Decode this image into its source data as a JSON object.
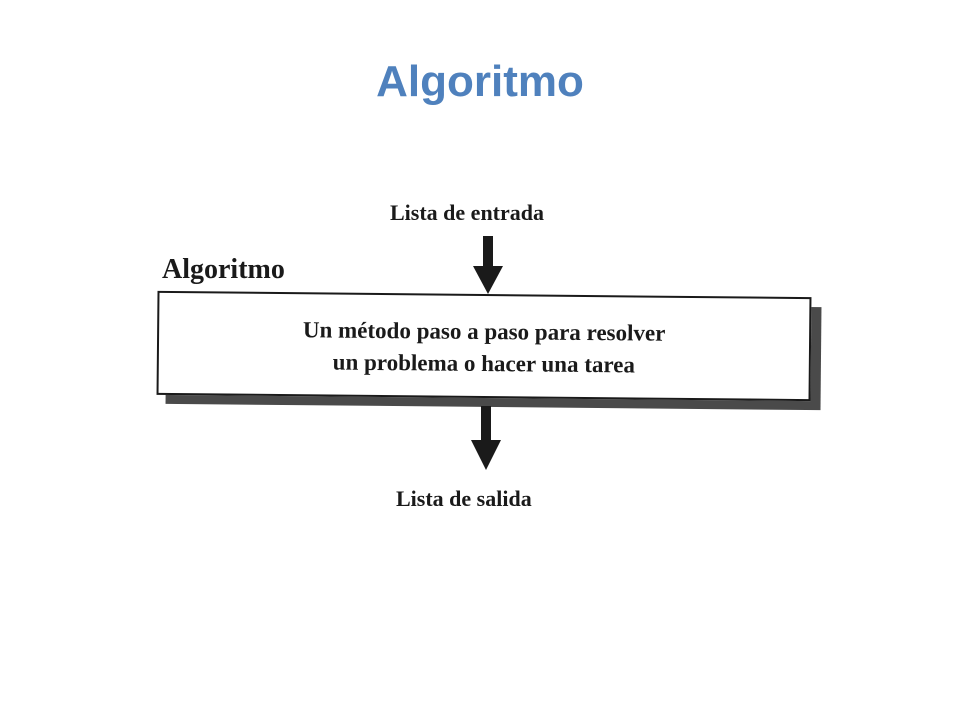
{
  "slide": {
    "title": "Algoritmo"
  },
  "diagram": {
    "input_label": "Lista de entrada",
    "box_label": "Algoritmo",
    "box_description_line1": "Un método paso a paso para resolver",
    "box_description_line2": "un problema o hacer una tarea",
    "output_label": "Lista de salida"
  },
  "colors": {
    "title": "#4f81bd",
    "diagram_ink": "#1a1a1a"
  },
  "icons": {
    "input_arrow": "arrow-down-icon",
    "output_arrow": "arrow-down-icon"
  }
}
